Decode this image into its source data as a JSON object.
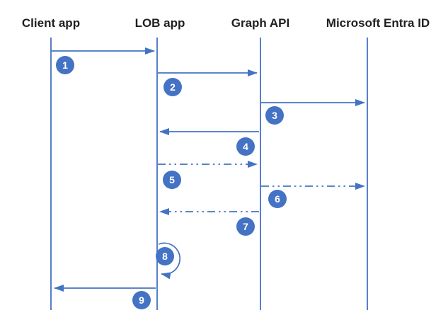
{
  "diagram": {
    "kind": "sequence-diagram",
    "accent_color": "#4472C4",
    "text_color": "#1f1f1f",
    "badge_text_color": "#ffffff",
    "actors": [
      {
        "id": "client-app",
        "label": "Client app"
      },
      {
        "id": "lob-app",
        "label": "LOB app"
      },
      {
        "id": "graph-api",
        "label": "Graph API"
      },
      {
        "id": "microsoft-entra-id",
        "label": "Microsoft Entra ID"
      }
    ],
    "steps": [
      {
        "n": "1",
        "from": "Client app",
        "to": "LOB app",
        "line": "solid"
      },
      {
        "n": "2",
        "from": "LOB app",
        "to": "Graph API",
        "line": "solid"
      },
      {
        "n": "3",
        "from": "Graph API",
        "to": "Microsoft Entra ID",
        "line": "solid"
      },
      {
        "n": "4",
        "from": "Graph API",
        "to": "LOB app",
        "line": "solid"
      },
      {
        "n": "5",
        "from": "LOB app",
        "to": "Graph API",
        "line": "dash-dot"
      },
      {
        "n": "6",
        "from": "Graph API",
        "to": "Microsoft Entra ID",
        "line": "dash-dot"
      },
      {
        "n": "7",
        "from": "Graph API",
        "to": "LOB app",
        "line": "dash-dot"
      },
      {
        "n": "8",
        "from": "LOB app",
        "to": "LOB app",
        "line": "self-loop"
      },
      {
        "n": "9",
        "from": "LOB app",
        "to": "Client app",
        "line": "solid"
      }
    ]
  }
}
